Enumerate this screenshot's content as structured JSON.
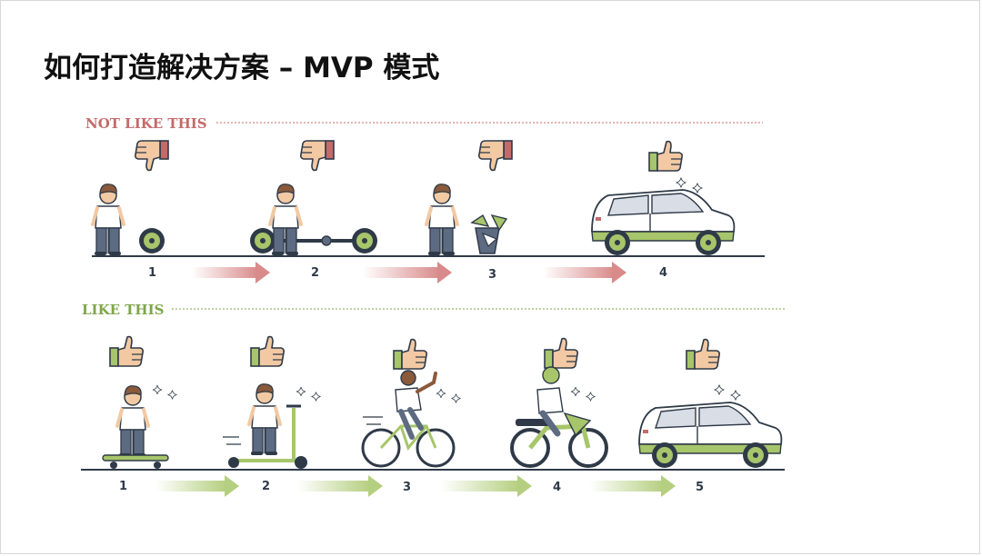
{
  "slide": {
    "title": "如何打造解决方案 – MVP 模式"
  },
  "rows": {
    "not_like": {
      "label": "NOT LIKE THIS",
      "color": "#c46a6a",
      "steps": [
        "1",
        "2",
        "3",
        "4"
      ]
    },
    "like": {
      "label": "LIKE THIS",
      "color": "#7fa64a",
      "steps": [
        "1",
        "2",
        "3",
        "4",
        "5"
      ]
    }
  },
  "colors": {
    "ink": "#2f3a48",
    "accent_green": "#a7c56a",
    "skin": "#f2c9a3",
    "shirt": "#ffffff",
    "pants": "#5d6b82",
    "hair": "#8a5a3b",
    "arrow_red": "#d98b8b",
    "arrow_green": "#b5cf80"
  }
}
